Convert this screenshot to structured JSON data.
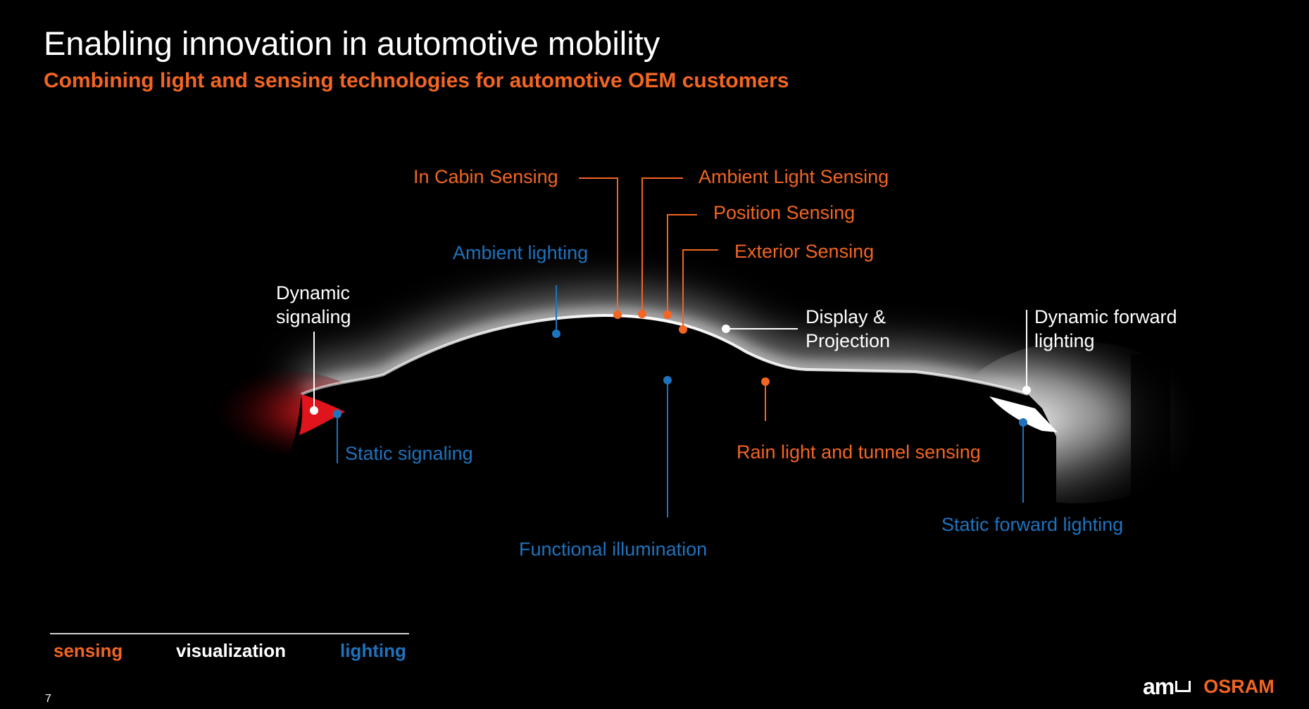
{
  "title": "Enabling innovation in automotive mobility",
  "subtitle": "Combining light and sensing technologies for automotive OEM customers",
  "colors": {
    "sensing": "#f26522",
    "visualization": "#ffffff",
    "lighting": "#1e73be",
    "background": "#000000",
    "tail_light": "#c8101a"
  },
  "labels": {
    "dynamic_signaling_line1": "Dynamic",
    "dynamic_signaling_line2": "signaling",
    "static_signaling": "Static signaling",
    "ambient_lighting": "Ambient lighting",
    "in_cabin_sensing": "In Cabin Sensing",
    "ambient_light_sensing": "Ambient Light Sensing",
    "position_sensing": "Position Sensing",
    "exterior_sensing": "Exterior Sensing",
    "display_projection_line1": "Display &",
    "display_projection_line2": "Projection",
    "dynamic_forward_lighting_line1": "Dynamic forward",
    "dynamic_forward_lighting_line2": "lighting",
    "rain_light_tunnel_sensing": "Rain light and tunnel sensing",
    "functional_illumination": "Functional illumination",
    "static_forward_lighting": "Static forward lighting"
  },
  "legend": {
    "sensing": "sensing",
    "visualization": "visualization",
    "lighting": "lighting"
  },
  "page_number": "7",
  "logo": {
    "ams": "am",
    "osram": "OSRAM"
  }
}
